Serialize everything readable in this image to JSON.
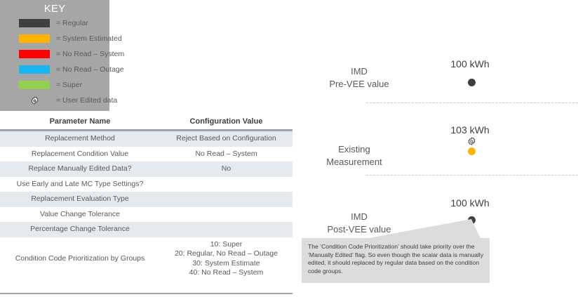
{
  "key": {
    "title": "KEY",
    "items": [
      {
        "icon": "color-swatch",
        "color": "#404040",
        "label": "= Regular"
      },
      {
        "icon": "color-swatch",
        "color": "#ffb400",
        "label": "= System Estimated"
      },
      {
        "icon": "color-swatch",
        "color": "#fe0000",
        "label": "= No Read – System"
      },
      {
        "icon": "color-swatch",
        "color": "#18b5f0",
        "label": "= No Read – Outage"
      },
      {
        "icon": "color-swatch",
        "color": "#92d050",
        "label": "= Super"
      },
      {
        "icon": "gear-icon",
        "color": "#ffffff",
        "label": "= User Edited data"
      }
    ]
  },
  "table": {
    "headers": [
      "Parameter Name",
      "Configuration Value"
    ],
    "rows": [
      {
        "name": "Replacement Method",
        "value": "Reject Based on Configuration"
      },
      {
        "name": "Replacement Condition Value",
        "value": "No Read – System"
      },
      {
        "name": "Replace Manually Edited Data?",
        "value": "No"
      },
      {
        "name": "Use Early and Late MC Type Settings?",
        "value": ""
      },
      {
        "name": "Replacement Evaluation Type",
        "value": ""
      },
      {
        "name": "Value Change Tolerance",
        "value": ""
      },
      {
        "name": "Percentage Change Tolerance",
        "value": ""
      },
      {
        "name": "Condition Code Prioritization by Groups",
        "value": "10: Super\n20: Regular, No Read – Outage\n30: System Estimate\n40: No Read – System"
      }
    ]
  },
  "diagram": {
    "rows": [
      {
        "label": "IMD\nPre-VEE value",
        "value": "100 kWh",
        "marker": "dark-dot",
        "edited": false
      },
      {
        "label": "Existing\nMeasurement",
        "value": "103 kWh",
        "marker": "amber-dot",
        "edited": true,
        "edited_icon": "gear-icon"
      },
      {
        "label": "IMD\nPost-VEE value",
        "value": "100 kWh",
        "marker": "dark-dot",
        "edited": false
      }
    ]
  },
  "callout": {
    "text": "The ‘Condition Code Prioritization’ should take priority over the ‘Manually Edited’ flag.  So even though the scalar data is manually edited, it should replaced by regular data based on the condition code groups."
  },
  "colors": {
    "key_background": "#a6a6a6",
    "table_shade": "#e4eaee",
    "header_rule": "#7fa8b4",
    "callout_background": "#dcdcdc",
    "amber": "#ffb400",
    "dark": "#404040"
  }
}
